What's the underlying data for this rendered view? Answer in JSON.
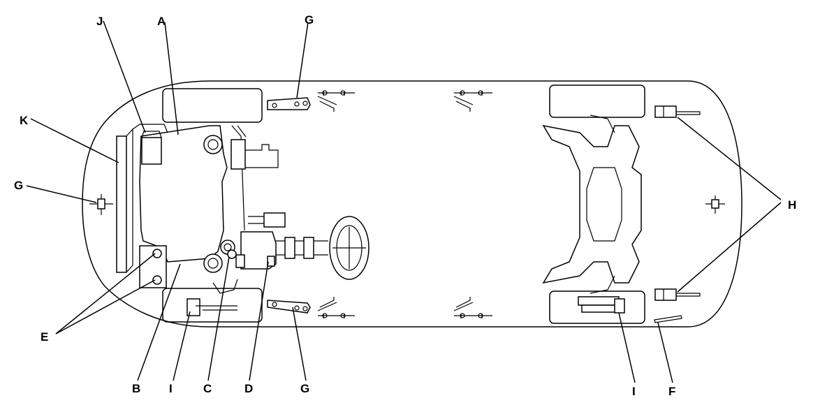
{
  "diagram": {
    "labels": {
      "A": "A",
      "B": "B",
      "C": "C",
      "D": "D",
      "E": "E",
      "F": "F",
      "G_top": "G",
      "G_left": "G",
      "G_bottom": "G",
      "H": "H",
      "I_left": "I",
      "I_right": "I",
      "J": "J",
      "K": "K"
    },
    "icons": [
      "car-body-outline",
      "engine-block",
      "steering-wheel",
      "rear-subframe",
      "wheel",
      "sensor"
    ]
  }
}
